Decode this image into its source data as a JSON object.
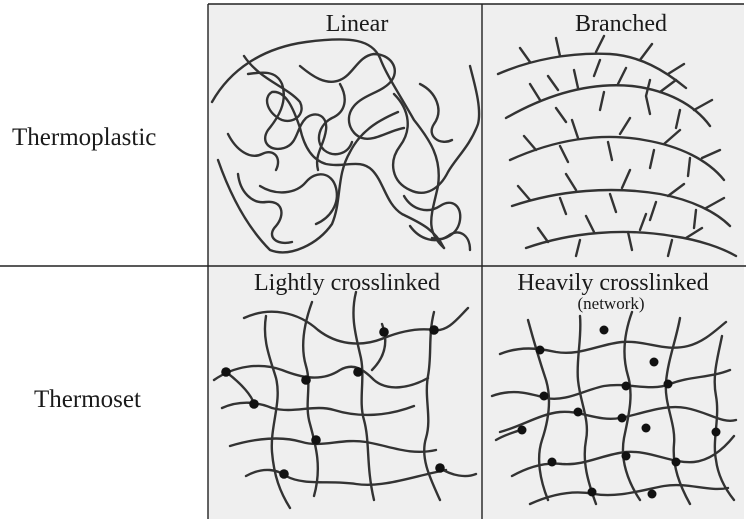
{
  "rows": [
    {
      "label": "Thermoplastic"
    },
    {
      "label": "Thermoset"
    }
  ],
  "cells": [
    {
      "title": "Linear",
      "subtitle": ""
    },
    {
      "title": "Branched",
      "subtitle": ""
    },
    {
      "title": "Lightly crosslinked",
      "subtitle": ""
    },
    {
      "title": "Heavily crosslinked",
      "subtitle": "(network)"
    }
  ],
  "colors": {
    "cell_fill": "#efefef",
    "line": "#333333",
    "node": "#111111",
    "grid": "#222222"
  }
}
